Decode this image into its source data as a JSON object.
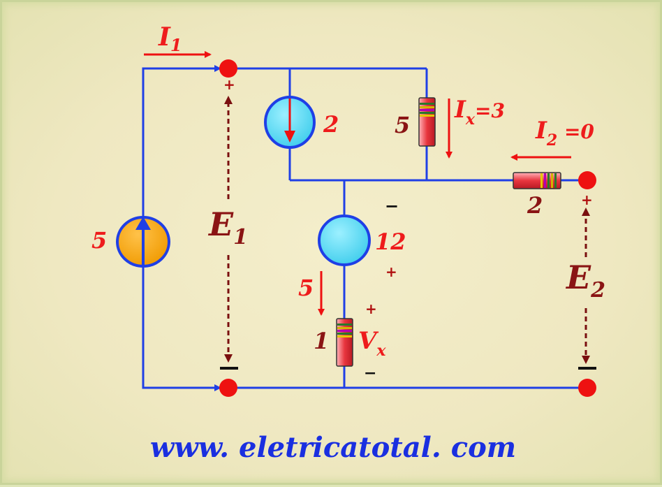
{
  "colors": {
    "wire": "#1f3fe6",
    "terminal": "#ee1111",
    "current_arrow": "#ee1111",
    "voltage_arrow": "#7a0f0f",
    "source_cyan": "#57dcf5",
    "source_orange": "#f5a20e",
    "resistor_body": "#e8353e",
    "label_red": "#ee1c1c",
    "label_dark": "#8a1414",
    "website": "#1a2fe0"
  },
  "labels": {
    "i1_main": "I",
    "i1_sub": "1",
    "source_left_value": "5",
    "source_top_value": "2",
    "resistor_top_value": "5",
    "ix_main": "I",
    "ix_sub": "x",
    "ix_value": "=3",
    "i2_main": "I",
    "i2_sub": "2",
    "i2_value": " =0",
    "resistor_right_value": "2",
    "source_mid_value": "12",
    "mid_current_value": "5",
    "resistor_bottom_value": "1",
    "vx_main": "V",
    "vx_sub": "x",
    "e1_main": "E",
    "e1_sub": "1",
    "e2_main": "E",
    "e2_sub": "2",
    "plus": "+",
    "minus": "−"
  },
  "website": "www. eletricatotal. com"
}
